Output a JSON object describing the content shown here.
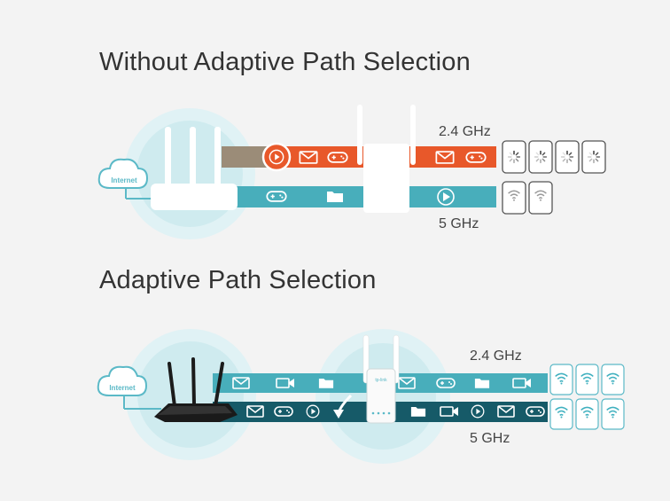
{
  "sections": {
    "top": {
      "title": "Without Adaptive Path Selection",
      "band_24": "2.4 GHz",
      "band_5": "5 GHz",
      "cloud_label": "Internet"
    },
    "bottom": {
      "title": "Adaptive Path Selection",
      "band_24": "2.4 GHz",
      "band_5": "5 GHz",
      "cloud_label": "Internet",
      "extender_brand": "tp-link"
    }
  },
  "colors": {
    "orange": "#e8582a",
    "teal": "#48aebb",
    "dark_teal": "#165a68",
    "light_teal": "#d5f0f3",
    "background": "#f3f3f3"
  },
  "icons": {
    "top_24_stream": [
      "play-icon",
      "mail-icon",
      "gamepad-icon",
      "mail-icon",
      "gamepad-icon"
    ],
    "top_5_stream": [
      "gamepad-icon",
      "folder-icon",
      "play-icon"
    ],
    "top_24_devices": [
      "loading-phone",
      "loading-phone",
      "loading-phone",
      "loading-phone"
    ],
    "top_5_devices": [
      "wifi-phone",
      "wifi-phone"
    ],
    "bottom_24_stream": [
      "mail-icon",
      "camera-icon",
      "folder-icon",
      "mail-icon",
      "gamepad-icon",
      "folder-icon",
      "camera-icon"
    ],
    "bottom_5_stream": [
      "mail-icon",
      "gamepad-icon",
      "play-icon",
      "folder-icon",
      "camera-icon",
      "play-icon",
      "mail-icon",
      "gamepad-icon"
    ],
    "bottom_devices": [
      "wifi-phone",
      "wifi-phone",
      "wifi-phone",
      "wifi-phone",
      "wifi-phone",
      "wifi-phone"
    ]
  }
}
